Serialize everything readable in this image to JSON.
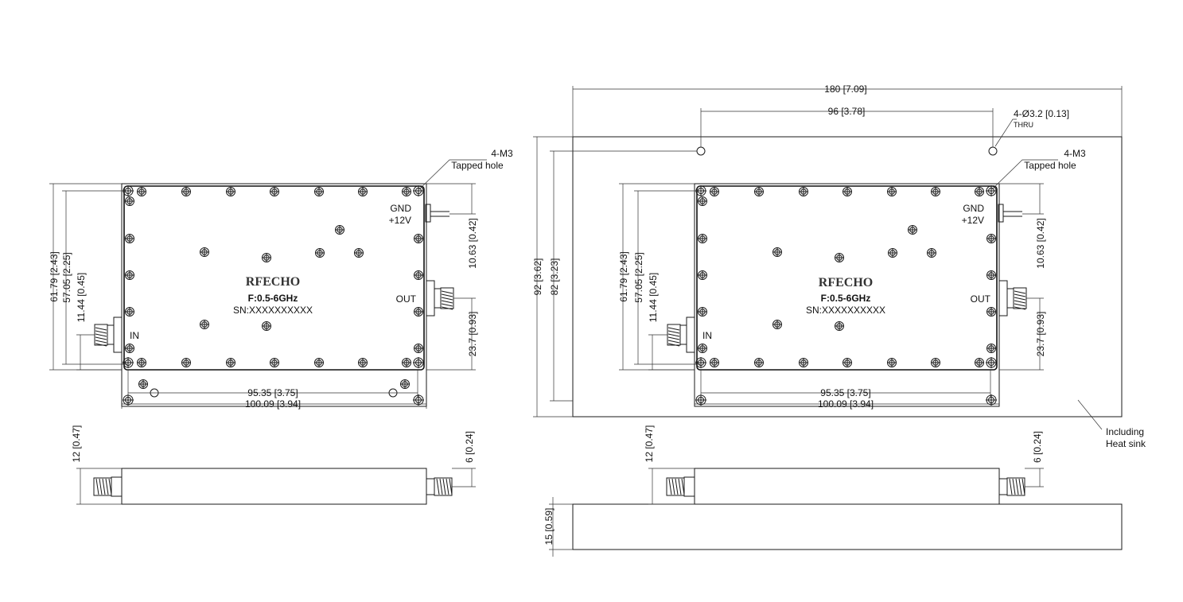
{
  "left_view": {
    "callout_m3": {
      "line1": "4-M3",
      "line2": "Tapped hole"
    },
    "brand": "RFECHO",
    "freq": "F:0.5-6GHz",
    "sn": "SN:XXXXXXXXXX",
    "gnd": "GND",
    "plus12v": "+12V",
    "out": "OUT",
    "in": "IN",
    "dims": {
      "height_outer": "61.79 [2.43]",
      "height_inner": "57.05 [2.25]",
      "in_offset": "11.44 [0.45]",
      "dc_offset": "10.63 [0.42]",
      "out_offset": "23.7 [0.93]",
      "width_inner": "95.35 [3.75]",
      "width_outer": "100.09 [3.94]",
      "side_height": "12 [0.47]",
      "side_conn": "6 [0.24]"
    }
  },
  "right_view": {
    "callout_m3": {
      "line1": "4-M3",
      "line2": "Tapped hole"
    },
    "callout_thru": {
      "line1": "4-Ø3.2 [0.13]",
      "line2": "THRU"
    },
    "heatsink": {
      "line1": "Including",
      "line2": "Heat sink"
    },
    "brand": "RFECHO",
    "freq": "F:0.5-6GHz",
    "sn": "SN:XXXXXXXXXX",
    "gnd": "GND",
    "plus12v": "+12V",
    "out": "OUT",
    "in": "IN",
    "dims": {
      "overall_width": "180 [7.09]",
      "hole_spacing": "96 [3.78]",
      "overall_height": "92 [3.62]",
      "hole_height": "82 [3.23]",
      "height_outer": "61.79 [2.43]",
      "height_inner": "57.05 [2.25]",
      "in_offset": "11.44 [0.45]",
      "dc_offset": "10.63 [0.42]",
      "out_offset": "23.7 [0.93]",
      "width_inner": "95.35 [3.75]",
      "width_outer": "100.09 [3.94]",
      "side_height": "12 [0.47]",
      "side_conn": "6 [0.24]",
      "heatsink_height": "15 [0.59]"
    }
  },
  "colors": {
    "line": "#1a1a1a",
    "background": "#ffffff"
  }
}
